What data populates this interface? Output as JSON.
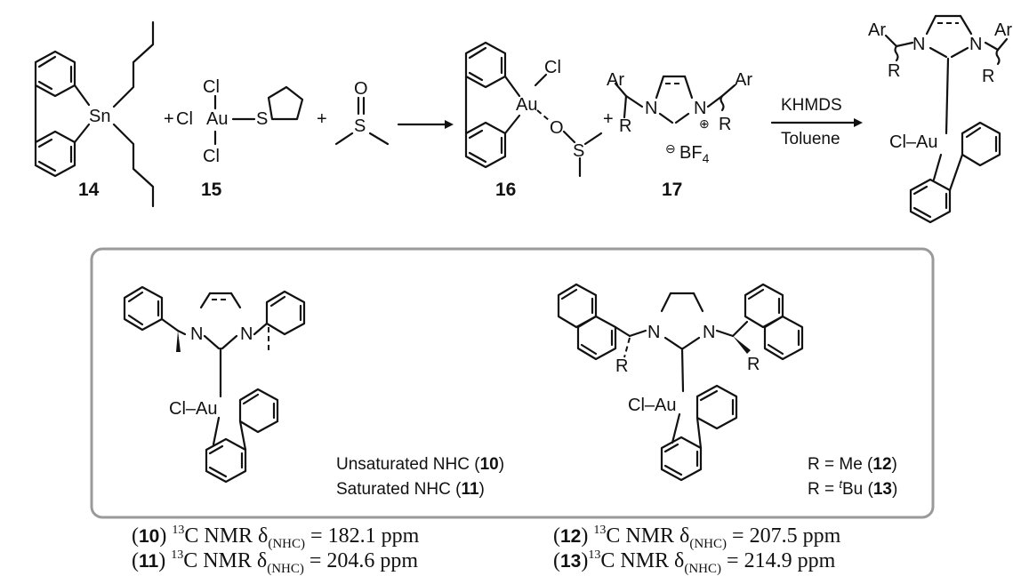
{
  "scheme": {
    "compounds": {
      "c14": "14",
      "c15": "15",
      "c16": "16",
      "c17": "17"
    },
    "atoms": {
      "sn": "Sn",
      "au": "Au",
      "cl": "Cl",
      "s": "S",
      "o": "O",
      "n": "N",
      "ar": "Ar",
      "r": "R",
      "bf4_b": "BF",
      "bf4_sub": "4",
      "plus": "+",
      "oplus": "⊕",
      "ominus": "⊖",
      "cl_au": "Cl–Au",
      "cl_dash": "Cl–"
    },
    "conditions": {
      "above": "KHMDS",
      "below": "Toluene"
    }
  },
  "box": {
    "left_note_1": "Unsaturated NHC (",
    "left_note_1_num": "10",
    "left_note_2": "Saturated NHC (",
    "left_note_2_num": "11",
    "close": ")",
    "r_me_prefix": "R = Me (",
    "r_me_num": "12",
    "r_tbu_prefix": "R = ",
    "r_tbu_t": "t",
    "r_tbu_rest": "Bu (",
    "r_tbu_num": "13"
  },
  "nmr": [
    {
      "num": "10",
      "sup": "13",
      "text_a": "C NMR δ",
      "sub": "(NHC)",
      "value": " = 182.1 ppm"
    },
    {
      "num": "11",
      "sup": "13",
      "text_a": "C NMR δ",
      "sub": "(NHC)",
      "value": " = 204.6 ppm"
    },
    {
      "num": "12",
      "sup": "13",
      "text_a": "C NMR δ",
      "sub": "(NHC)",
      "value": " = 207.5 ppm"
    },
    {
      "num": "13",
      "sup": "13",
      "text_a": "C NMR δ",
      "sub": "(NHC)",
      "value": " = 214.9 ppm"
    }
  ]
}
